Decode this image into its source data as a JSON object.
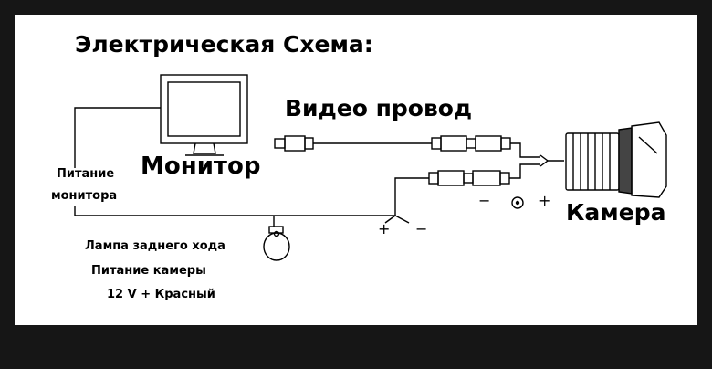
{
  "title": "Электрическая Схема:",
  "labels": {
    "video_wire": "Видео провод",
    "monitor": "Монитор",
    "camera": "Камера",
    "monitor_power_line1": "Питание",
    "monitor_power_line2": "монитора",
    "reverse_lamp": "Лампа заднего хода",
    "camera_power": "Питание камеры",
    "voltage": "12 V + Красный"
  },
  "symbols": {
    "plus": "+",
    "minus": "−",
    "polarity_minus": "−",
    "polarity_plus": "+"
  },
  "colors": {
    "background": "#161616",
    "panel": "#ffffff",
    "ink": "#000000"
  }
}
